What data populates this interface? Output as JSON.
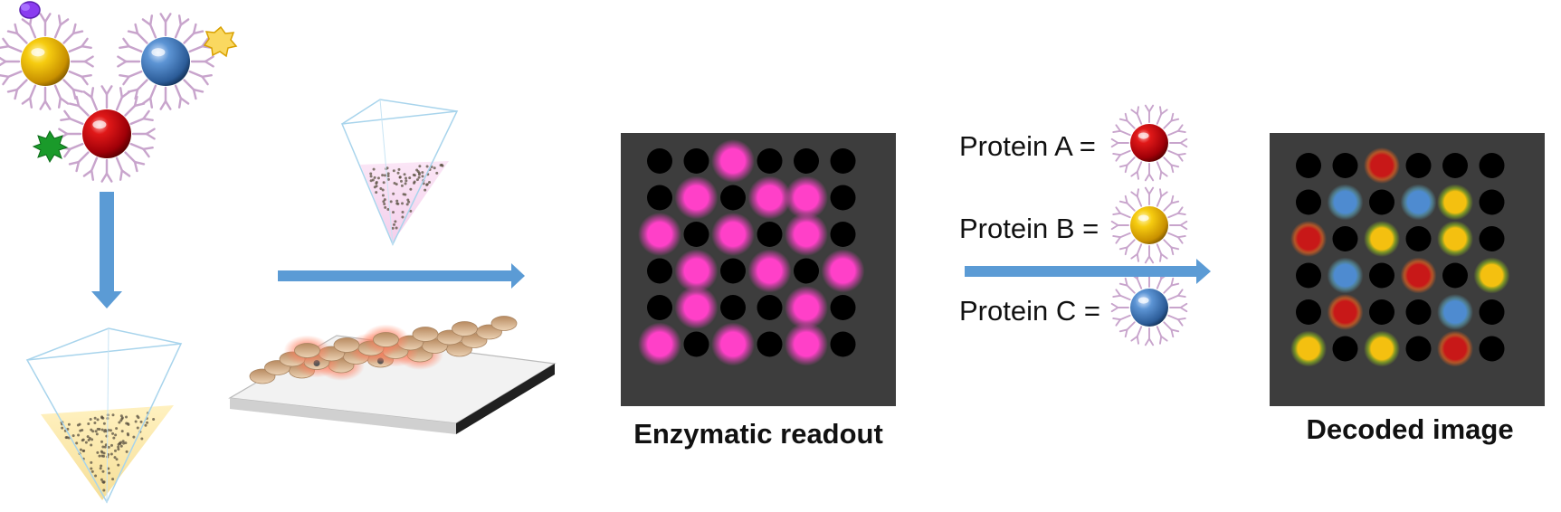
{
  "colors": {
    "arrow": "#5b9bd5",
    "panel": "#3d3d3d",
    "well_empty": "#000000",
    "pink": "#ff40c8",
    "red": "#c81818",
    "yellow": "#f0c010",
    "blue": "#4e8bd0",
    "antibody": "#c8a4cc"
  },
  "bead_types": {
    "A": {
      "color": "#c00010",
      "name": "red-bead"
    },
    "B": {
      "color": "#f2c200",
      "name": "yellow-bead"
    },
    "C": {
      "color": "#3f78b8",
      "name": "blue-bead"
    }
  },
  "enzymatic_panel": {
    "caption": "Enzymatic readout",
    "grid": [
      [
        0,
        0,
        1,
        0,
        0,
        0
      ],
      [
        0,
        1,
        0,
        1,
        1,
        0
      ],
      [
        1,
        0,
        1,
        0,
        1,
        0
      ],
      [
        0,
        1,
        0,
        1,
        0,
        1
      ],
      [
        0,
        1,
        0,
        0,
        1,
        0
      ],
      [
        1,
        0,
        1,
        0,
        1,
        0
      ]
    ]
  },
  "decoded_panel": {
    "caption": "Decoded image",
    "grid": [
      [
        "K",
        "K",
        "A",
        "K",
        "K",
        "K"
      ],
      [
        "K",
        "C",
        "K",
        "C",
        "B",
        "K"
      ],
      [
        "A",
        "K",
        "B",
        "K",
        "B",
        "K"
      ],
      [
        "K",
        "C",
        "K",
        "A",
        "K",
        "B"
      ],
      [
        "K",
        "A",
        "K",
        "K",
        "C",
        "K"
      ],
      [
        "B",
        "K",
        "B",
        "K",
        "A",
        "K"
      ]
    ]
  },
  "legend": {
    "protein_a": "Protein A =",
    "protein_b": "Protein B =",
    "protein_c": "Protein C ="
  },
  "icons": {
    "purple_blob": "purple-antigen-icon",
    "yellow_star": "yellow-antigen-icon",
    "green_star": "green-antigen-icon"
  }
}
